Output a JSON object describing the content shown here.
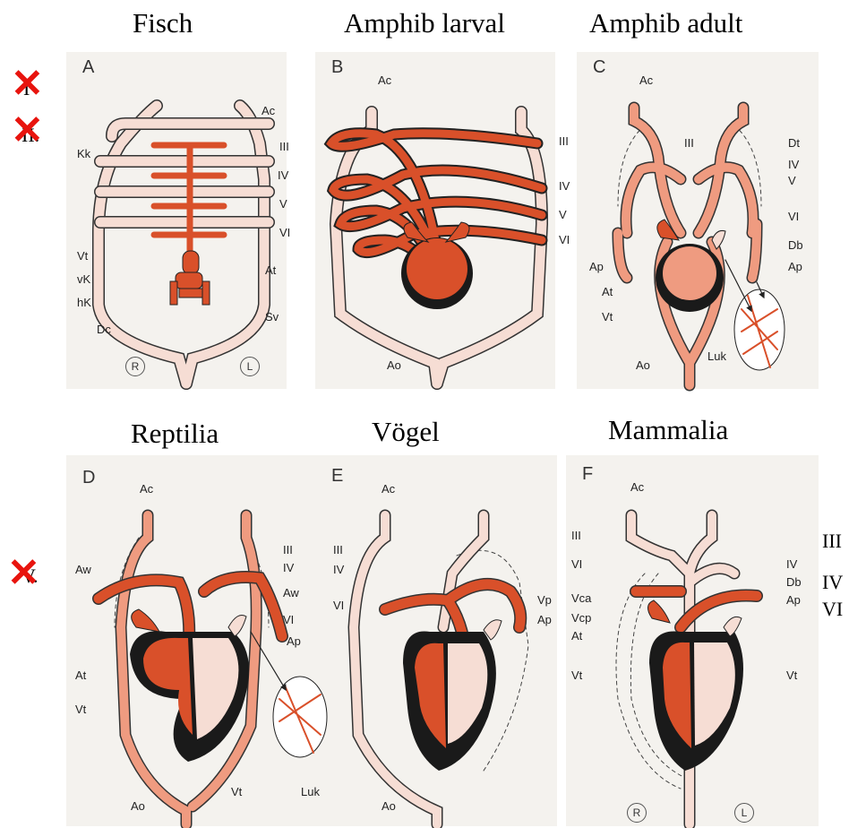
{
  "titles": {
    "fish": "Fisch",
    "amph_larval": "Amphib larval",
    "amph_adult": "Amphib adult",
    "reptilia": "Reptilia",
    "voegel": "Vögel",
    "mammalia": "Mammalia"
  },
  "side_marks": {
    "roman_1": "I",
    "roman_2": "II.",
    "roman_5": "V.",
    "right_3": "III",
    "right_4": "IV",
    "right_6": "VI"
  },
  "panel_letters": {
    "a": "A",
    "b": "B",
    "c": "C",
    "d": "D",
    "e": "E",
    "f": "F"
  },
  "labels_a": {
    "ac": "Ac",
    "kk": "Kk",
    "iii": "III",
    "iv": "IV",
    "v": "V",
    "vi": "VI",
    "vt": "Vt",
    "vk": "vK",
    "hk": "hK",
    "dc": "Dc",
    "at": "At",
    "sv": "Sv",
    "r": "R",
    "l": "L"
  },
  "labels_b": {
    "ac": "Ac",
    "iii": "III",
    "iv": "IV",
    "v": "V",
    "vi": "VI",
    "ao": "Ao"
  },
  "labels_c": {
    "ac": "Ac",
    "iii": "III",
    "dt": "Dt",
    "iv": "IV",
    "v": "V",
    "vi": "VI",
    "db": "Db",
    "ap_l": "Ap",
    "ap_r": "Ap",
    "at": "At",
    "vt": "Vt",
    "ao": "Ao",
    "luk": "Luk"
  },
  "labels_d": {
    "ac": "Ac",
    "iii": "III",
    "iv": "IV",
    "aw_l": "Aw",
    "aw_r": "Aw",
    "vi": "VI",
    "ap": "Ap",
    "at": "At",
    "vt_l": "Vt",
    "vt_r": "Vt",
    "luk": "Luk",
    "ao": "Ao"
  },
  "labels_e": {
    "ac": "Ac",
    "iii": "III",
    "iv": "IV",
    "vi": "VI",
    "vp": "Vp",
    "ap": "Ap",
    "ao": "Ao"
  },
  "labels_f": {
    "ac": "Ac",
    "iii": "III",
    "iv": "IV",
    "vi": "VI",
    "db": "Db",
    "vca": "Vca",
    "vcp": "Vcp",
    "ap": "Ap",
    "at": "At",
    "vt_l": "Vt",
    "vt_r": "Vt",
    "r": "R",
    "l": "L"
  },
  "colors": {
    "oxygen_poor": "#d9502a",
    "oxygen_rich": "#f6ddd4",
    "mixed": "#ef9b80",
    "heart_wall": "#1a1a1a",
    "cross": "#e8140e"
  }
}
